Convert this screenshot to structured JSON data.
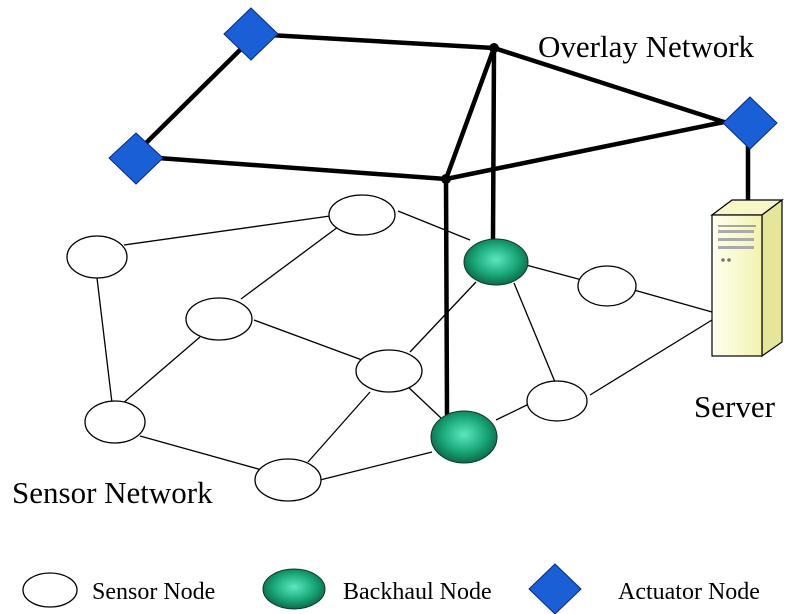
{
  "labels": {
    "overlay_network": "Overlay Network",
    "sensor_network": "Sensor Network",
    "server": "Server"
  },
  "legend": {
    "sensor_node": "Sensor Node",
    "backhaul_node": "Backhaul Node",
    "actuator_node": "Actuator Node"
  },
  "colors": {
    "actuator_fill": "#1a5fd6",
    "backhaul_fill": "#1aa87a",
    "server_fill": "#ffffcc",
    "line": "#000000"
  }
}
